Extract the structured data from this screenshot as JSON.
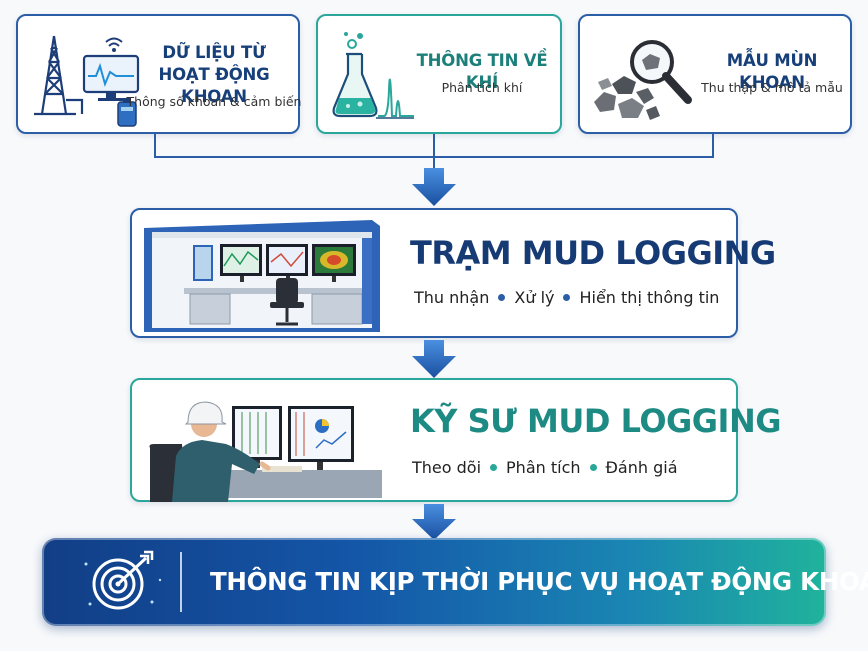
{
  "inputs": [
    {
      "title_line1": "DỮ LIỆU TỪ",
      "title_line2": "HOẠT ĐỘNG KHOAN",
      "subtitle": "Thông số khoan & cảm biến",
      "icon": "drilling-rig-icon"
    },
    {
      "title_line1": "THÔNG TIN VỀ KHÍ",
      "subtitle": "Phân tích khí",
      "icon": "flask-gas-chart-icon"
    },
    {
      "title_line1": "MẪU MÙN KHOAN",
      "subtitle": "Thu thập & mô tả mẫu",
      "icon": "rock-cuttings-magnifier-icon"
    }
  ],
  "station": {
    "title": "TRẠM MUD LOGGING",
    "steps": [
      "Thu nhận",
      "Xử lý",
      "Hiển thị thông tin"
    ],
    "icon": "mud-logging-cabin-icon"
  },
  "engineer": {
    "title": "KỸ SƯ MUD LOGGING",
    "steps": [
      "Theo dõi",
      "Phân tích",
      "Đánh giá"
    ],
    "icon": "engineer-at-monitors-icon"
  },
  "result": {
    "title": "THÔNG TIN KỊP THỜI PHỤC VỤ HOẠT ĐỘNG KHOAN",
    "icon": "target-icon"
  },
  "colors": {
    "navy": "#173f7a",
    "blue": "#2c5ea8",
    "teal": "#2aa79a",
    "station_title": "#163a74",
    "engineer_title": "#1d8a83"
  }
}
